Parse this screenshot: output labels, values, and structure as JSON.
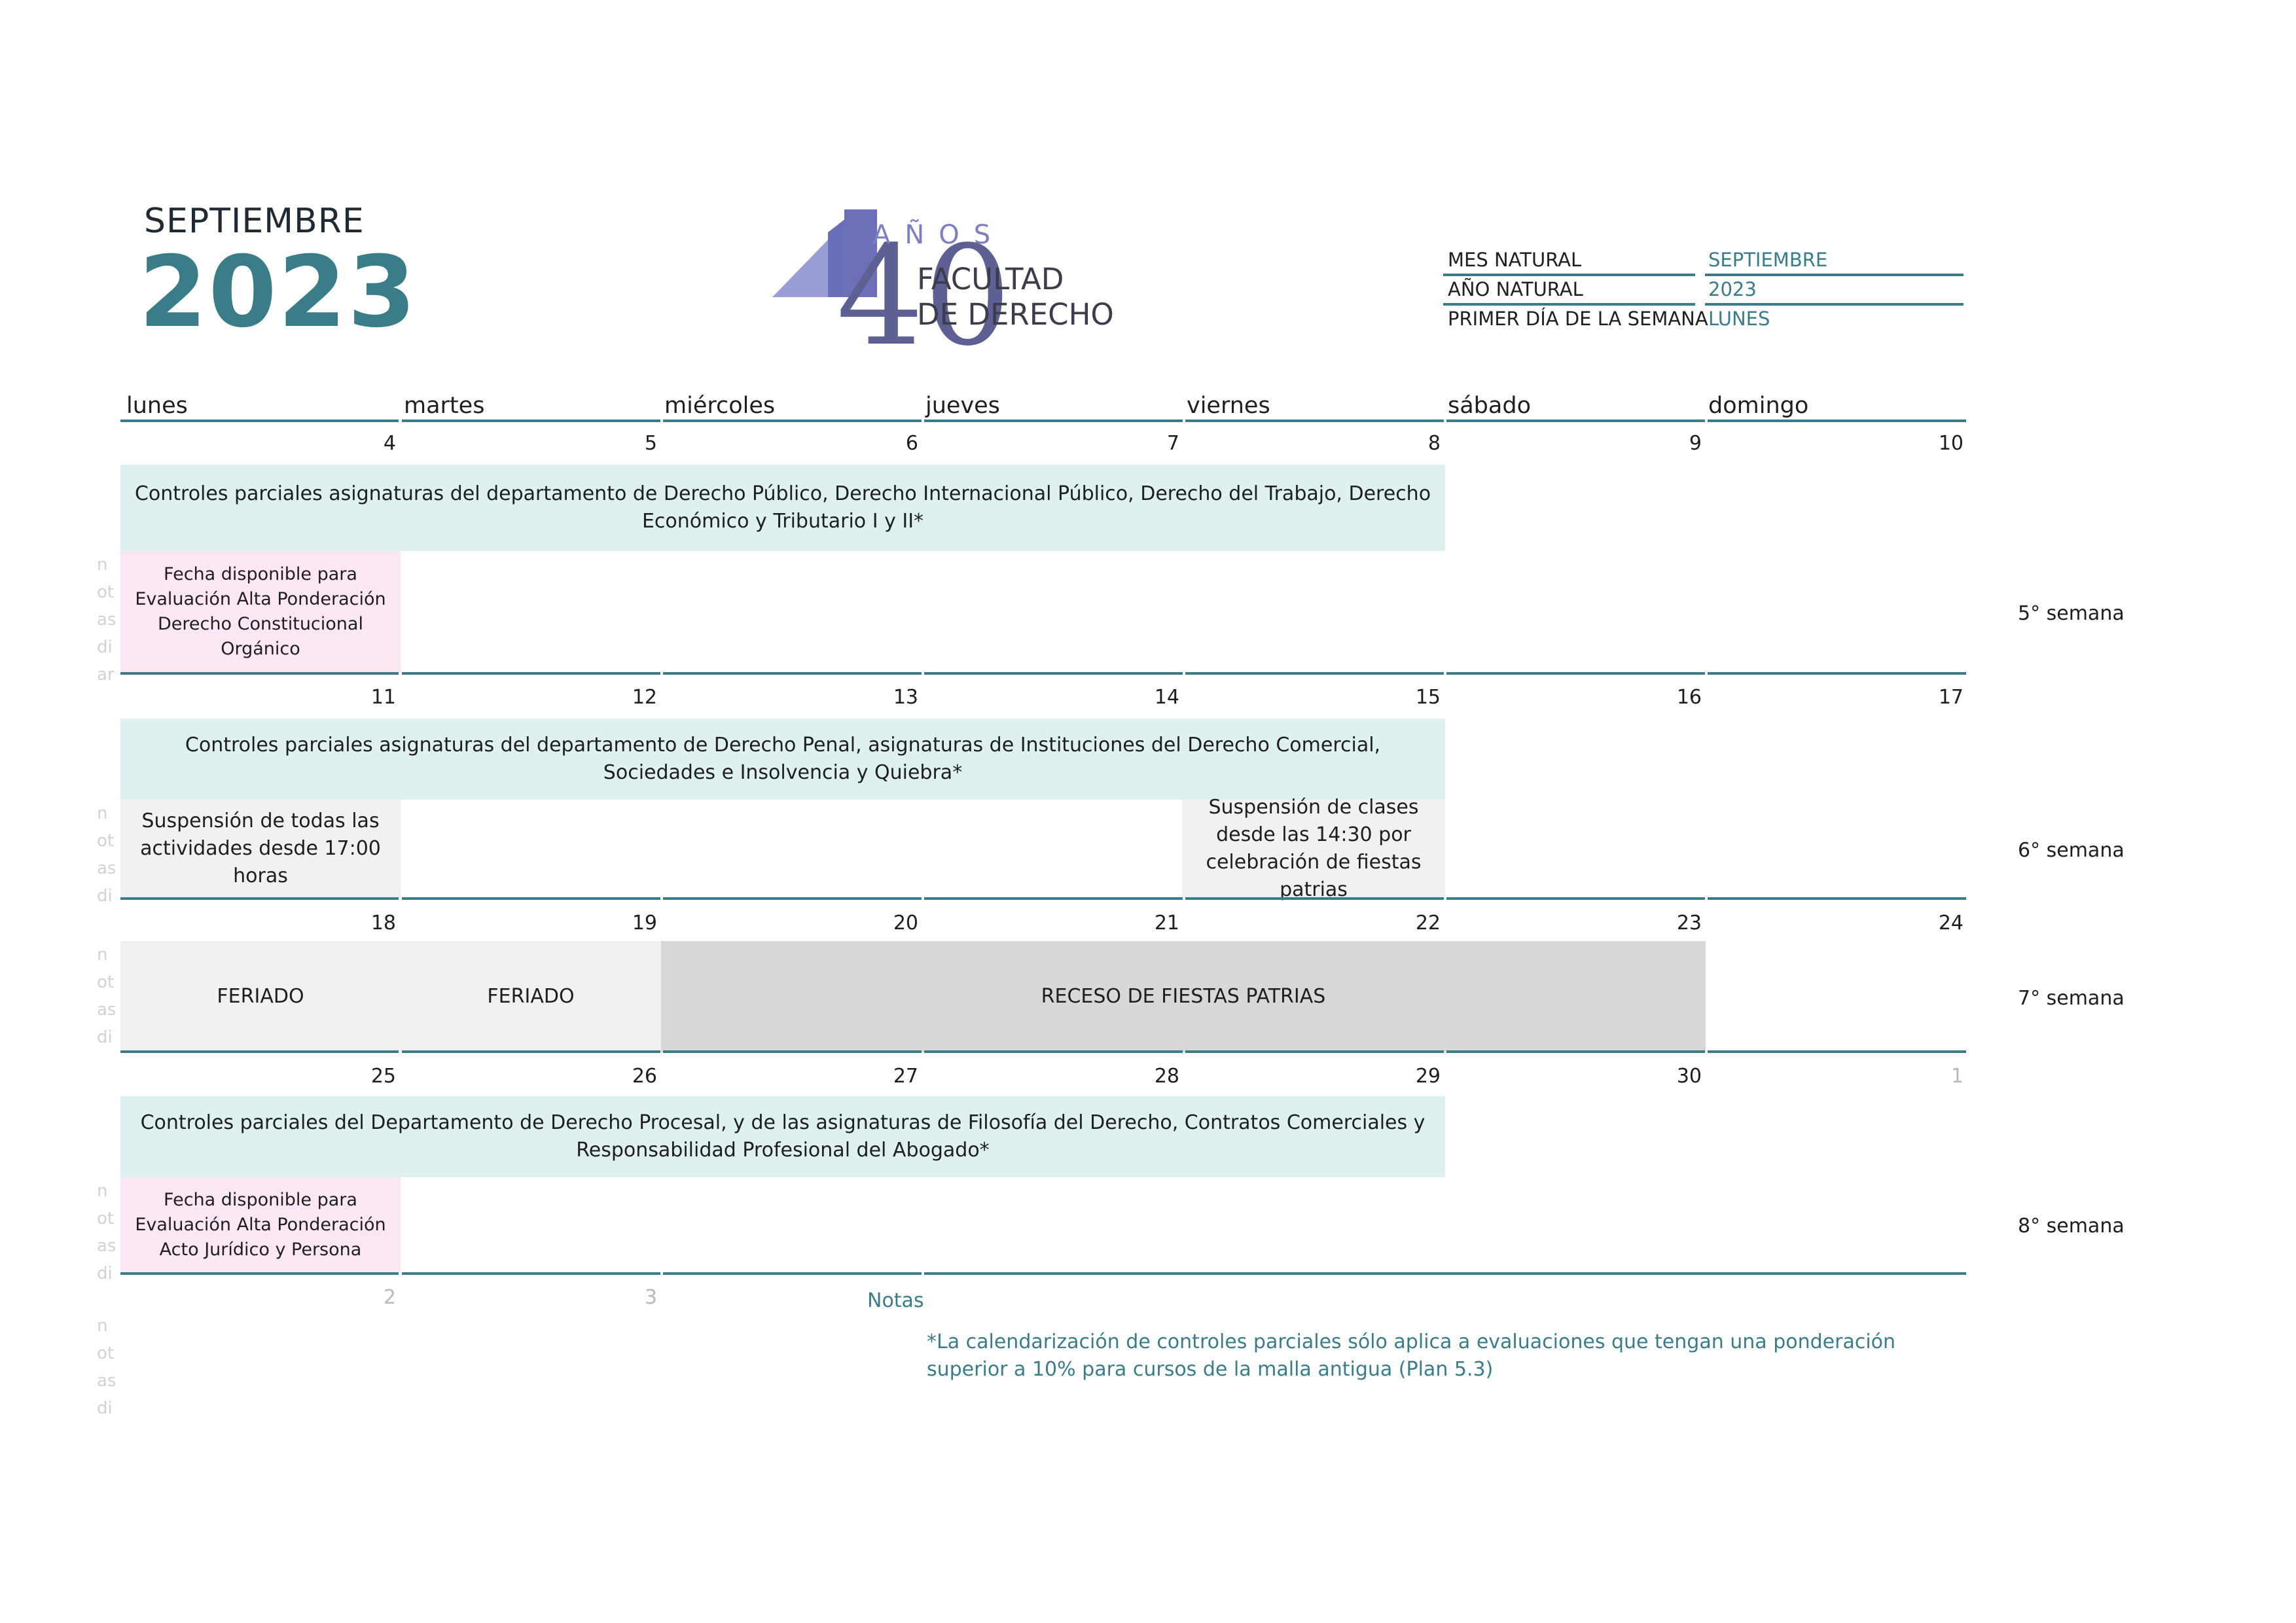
{
  "header": {
    "month": "SEPTIEMBRE",
    "year": "2023",
    "logo": {
      "years": "40",
      "anos": "AÑOS",
      "line1": "FACULTAD",
      "line2": "DE DERECHO"
    }
  },
  "info": {
    "rows": [
      {
        "label": "MES NATURAL",
        "value": "SEPTIEMBRE"
      },
      {
        "label": "AÑO NATURAL",
        "value": "2023"
      },
      {
        "label": "PRIMER DÍA DE LA SEMANA",
        "value": "LUNES"
      }
    ]
  },
  "weekdays": [
    "lunes",
    "martes",
    "miércoles",
    "jueves",
    "viernes",
    "sábado",
    "domingo"
  ],
  "weeks": [
    {
      "days": [
        "4",
        "5",
        "6",
        "7",
        "8",
        "9",
        "10"
      ],
      "label": "5° semana"
    },
    {
      "days": [
        "11",
        "12",
        "13",
        "14",
        "15",
        "16",
        "17"
      ],
      "label": "6° semana"
    },
    {
      "days": [
        "18",
        "19",
        "20",
        "21",
        "22",
        "23",
        "24"
      ],
      "label": "7° semana"
    },
    {
      "days": [
        "25",
        "26",
        "27",
        "28",
        "29",
        "30",
        "1"
      ],
      "label": "8° semana"
    },
    {
      "days": [
        "2",
        "3"
      ]
    }
  ],
  "events": {
    "w1_controles": "Controles parciales asignaturas del departamento de Derecho Público, Derecho Internacional Público, Derecho del Trabajo, Derecho Económico y Tributario I y II*",
    "w1_fecha": "Fecha disponible para Evaluación Alta Ponderación Derecho Constitucional Orgánico",
    "w2_controles": "Controles parciales asignaturas del departamento de Derecho Penal, asignaturas de Instituciones del Derecho Comercial, Sociedades e Insolvencia y Quiebra*",
    "w2_suspension_lunes": "Suspensión de todas las actividades desde 17:00 horas",
    "w2_suspension_viernes": "Suspensión de clases desde las 14:30 por celebración de fiestas patrias",
    "w3_feriado_1": "FERIADO",
    "w3_feriado_2": "FERIADO",
    "w3_receso": "RECESO DE FIESTAS PATRIAS",
    "w4_controles": "Controles parciales del Departamento de Derecho Procesal, y de las asignaturas de Filosofía del Derecho, Contratos Comerciales y Responsabilidad Profesional del Abogado*",
    "w4_fecha": "Fecha disponible para Evaluación Alta Ponderación Acto Jurídico y Persona"
  },
  "notes": {
    "label": "Notas",
    "footnote": "*La calendarización de controles parciales sólo aplica a evaluaciones que tengan una ponderación superior a 10% para cursos de la malla antigua (Plan 5.3)"
  },
  "colors": {
    "accent": "#3a7c87",
    "blue_event": "#dff0f1",
    "pink_event": "#fbe7f3",
    "gray_event": "#f1f1f1",
    "dark_gray_event": "#d8d8d8",
    "logo_purple": "#7d7fc2"
  }
}
